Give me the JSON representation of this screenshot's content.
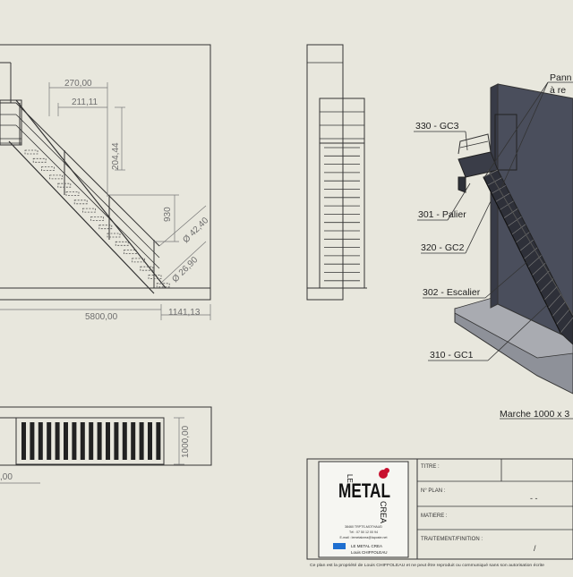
{
  "dimensions": {
    "d270": "270,00",
    "d211": "211,11",
    "d204": "204,44",
    "d930": "930",
    "dphi42": "Ø 42,40",
    "dphi26": "Ø 26,90",
    "d5800": "5800,00",
    "d1141": "1141,13",
    "d1000": "1000,00",
    "d00": ",00"
  },
  "callouts": {
    "gc3": "330 - GC3",
    "palier": "301 - Palier",
    "gc2": "320 - GC2",
    "escalier": "302 - Escalier",
    "gc1": "310 - GC1",
    "panneau1": "Pann",
    "panneau2": "à re",
    "marche": "Marche 1000 x 3"
  },
  "title_block": {
    "logo_line1": "LE",
    "logo_line2": "METAL",
    "logo_line3": "CREA",
    "address1": "38460 TRPTS-MOTHAUD",
    "address2": "Tél : 07 50 12 00 94",
    "address3": "E-mail : lemetalcrea@laposte.net",
    "company": "LE METAL CREA",
    "person": "Louis CHIFFOLEAU",
    "label_titre": "TITRE :",
    "label_plan": "N° PLAN :",
    "plan_value": "- -",
    "label_matiere": "MATIERE :",
    "label_traitement": "TRAITEMENT/FINITION :",
    "traitement_value": "/",
    "footer_note": "Ce plan est la propriété de Louis CHIFFOLEAU et ne peut être reproduit ou communiqué sans son autorisation écrite"
  },
  "colors": {
    "background": "#e8e7dd",
    "line": "#333333",
    "dim": "#6e6e6e",
    "wall": "#4a4e5c",
    "wall_side": "#383b47",
    "floor": "#8e9199",
    "logo_red": "#c8102e",
    "badge_blue": "#1f6fd0"
  }
}
